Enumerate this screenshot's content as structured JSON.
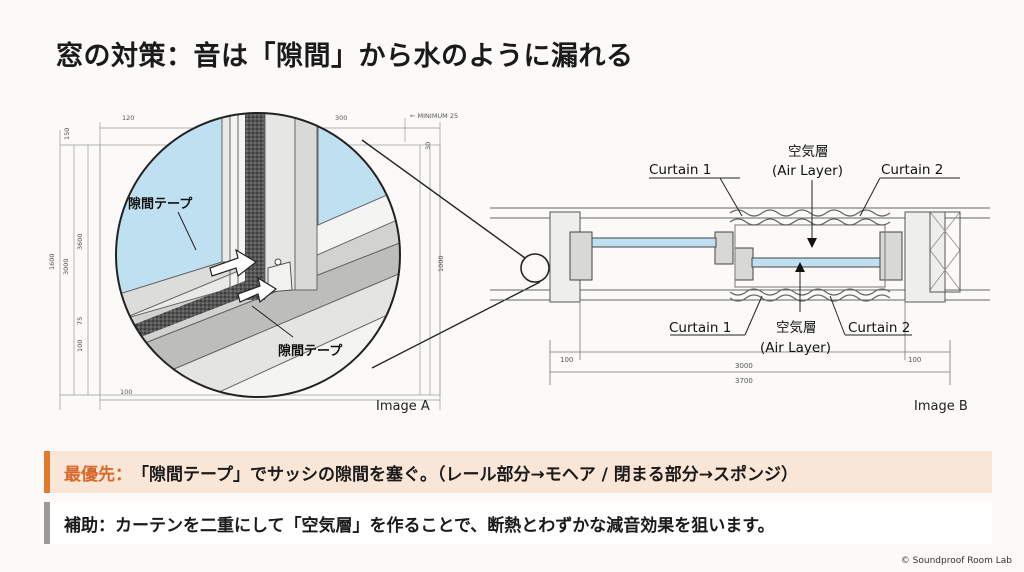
{
  "title": "窓の対策：音は「隙間」から水のように漏れる",
  "image_a": {
    "caption": "Image A",
    "tape_label_top": "隙間テープ",
    "tape_label_bottom": "隙間テープ",
    "dims": [
      "120",
      "300",
      "150",
      "3600",
      "3000",
      "1600",
      "75",
      "100",
      "100",
      "1000",
      "30"
    ],
    "note_small": "← MINIMUM 25"
  },
  "image_b": {
    "caption": "Image B",
    "curtain1_top": "Curtain 1",
    "curtain2_top": "Curtain 2",
    "curtain1_bottom": "Curtain 1",
    "curtain2_bottom": "Curtain 2",
    "air_top_jp": "空気層",
    "air_top_en": "(Air Layer)",
    "air_bottom_jp": "空気層",
    "air_bottom_en": "(Air Layer)",
    "dim_left": "100",
    "dim_mid": "3000",
    "dim_total": "3700",
    "dim_right": "100"
  },
  "notes": {
    "primary_label": "最優先：",
    "primary_text": "「隙間テープ」でサッシの隙間を塞ぐ。（レール部分→モヘア / 閉まる部分→スポンジ）",
    "secondary_label": "補助：",
    "secondary_text": "カーテンを二重にして「空気層」を作ることで、断熱とわずかな減音効果を狙います。"
  },
  "copyright": "© Soundproof Room Lab",
  "colors": {
    "accent": "#e07b2e",
    "glass": "#bfe0f0",
    "primary_bg": "#f9e6d7",
    "neutral_bar": "#9a9a9a"
  }
}
